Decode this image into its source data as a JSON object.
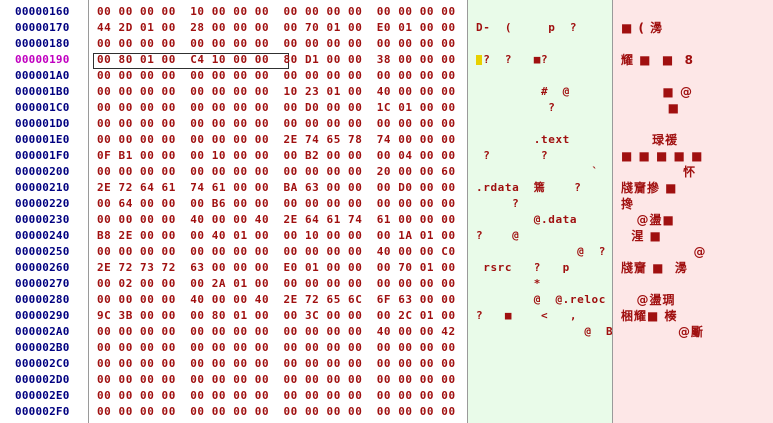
{
  "hex_view": {
    "rows": [
      {
        "addr": "00000160",
        "hex": "00 00 00 00  10 00 00 00  00 00 00 00  00 00 00 00",
        "ascii": "",
        "cjk": ""
      },
      {
        "addr": "00000170",
        "hex": "44 2D 01 00  28 00 00 00  00 70 01 00  E0 01 00 00",
        "ascii": "D-  (     p  ?",
        "cjk": "■ ( 澷"
      },
      {
        "addr": "00000180",
        "hex": "00 00 00 00  00 00 00 00  00 00 00 00  00 00 00 00",
        "ascii": "",
        "cjk": ""
      },
      {
        "addr": "00000190",
        "hex": "00 80 01 00  C4 10 00 00  80 D1 00 00  38 00 00 00",
        "ascii": " ?  ?   ■?",
        "cjk": "耀 ■  ■  8",
        "selected": true
      },
      {
        "addr": "000001A0",
        "hex": "00 00 00 00  00 00 00 00  00 00 00 00  00 00 00 00",
        "ascii": "",
        "cjk": ""
      },
      {
        "addr": "000001B0",
        "hex": "00 00 00 00  00 00 00 00  10 23 01 00  40 00 00 00",
        "ascii": "         #  @",
        "cjk": "        ■ @"
      },
      {
        "addr": "000001C0",
        "hex": "00 00 00 00  00 00 00 00  00 D0 00 00  1C 01 00 00",
        "ascii": "          ?",
        "cjk": "         ■"
      },
      {
        "addr": "000001D0",
        "hex": "00 00 00 00  00 00 00 00  00 00 00 00  00 00 00 00",
        "ascii": "",
        "cjk": ""
      },
      {
        "addr": "000001E0",
        "hex": "00 00 00 00  00 00 00 00  2E 74 65 78  74 00 00 00",
        "ascii": "        .text",
        "cjk": "      琭禐"
      },
      {
        "addr": "000001F0",
        "hex": "0F B1 00 00  00 10 00 00  00 B2 00 00  00 04 00 00",
        "ascii": " ?       ?",
        "cjk": "■ ■ ■ ■ ■"
      },
      {
        "addr": "00000200",
        "hex": "00 00 00 00  00 00 00 00  00 00 00 00  20 00 00 60",
        "ascii": "                `",
        "cjk": "            怀"
      },
      {
        "addr": "00000210",
        "hex": "2E 72 64 61  74 61 00 00  BA 63 00 00  00 D0 00 00",
        "ascii": ".rdata  篶    ?",
        "cjk": "牋齎摻 ■"
      },
      {
        "addr": "00000220",
        "hex": "00 64 00 00  00 B6 00 00  00 00 00 00  00 00 00 00",
        "ascii": "     ?",
        "cjk": "搀"
      },
      {
        "addr": "00000230",
        "hex": "00 00 00 00  40 00 00 40  2E 64 61 74  61 00 00 00",
        "ascii": "        @.data",
        "cjk": "   @盪■"
      },
      {
        "addr": "00000240",
        "hex": "B8 2E 00 00  00 40 01 00  00 10 00 00  00 1A 01 00",
        "ascii": "?    @",
        "cjk": "  湦 ■"
      },
      {
        "addr": "00000250",
        "hex": "00 00 00 00  00 00 00 00  00 00 00 00  40 00 00 C0",
        "ascii": "              @  ?",
        "cjk": "              @"
      },
      {
        "addr": "00000260",
        "hex": "2E 72 73 72  63 00 00 00  E0 01 00 00  00 70 01 00",
        "ascii": " rsrc   ?   p",
        "cjk": "牋齎 ■  澷"
      },
      {
        "addr": "00000270",
        "hex": "00 02 00 00  00 2A 01 00  00 00 00 00  00 00 00 00",
        "ascii": "        *",
        "cjk": ""
      },
      {
        "addr": "00000280",
        "hex": "00 00 00 00  40 00 00 40  2E 72 65 6C  6F 63 00 00",
        "ascii": "        @  @.reloc",
        "cjk": "   @盪琱"
      },
      {
        "addr": "00000290",
        "hex": "9C 3B 00 00  00 80 01 00  00 3C 00 00  00 2C 01 00",
        "ascii": "?   ■    <   ,",
        "cjk": "梱耀■ 楱"
      },
      {
        "addr": "000002A0",
        "hex": "00 00 00 00  00 00 00 00  00 00 00 00  40 00 00 42",
        "ascii": "               @  B",
        "cjk": "           @斸"
      },
      {
        "addr": "000002B0",
        "hex": "00 00 00 00  00 00 00 00  00 00 00 00  00 00 00 00",
        "ascii": "",
        "cjk": ""
      },
      {
        "addr": "000002C0",
        "hex": "00 00 00 00  00 00 00 00  00 00 00 00  00 00 00 00",
        "ascii": "",
        "cjk": ""
      },
      {
        "addr": "000002D0",
        "hex": "00 00 00 00  00 00 00 00  00 00 00 00  00 00 00 00",
        "ascii": "",
        "cjk": ""
      },
      {
        "addr": "000002E0",
        "hex": "00 00 00 00  00 00 00 00  00 00 00 00  00 00 00 00",
        "ascii": "",
        "cjk": ""
      },
      {
        "addr": "000002F0",
        "hex": "00 00 00 00  00 00 00 00  00 00 00 00  00 00 00 00",
        "ascii": "",
        "cjk": ""
      }
    ],
    "colors": {
      "address": "#000080",
      "selected_address": "#c000c0",
      "bytes": "#a01010",
      "ascii_pane_bg": "#e9fbe9",
      "cjk_pane_bg": "#fde7e7",
      "cursor_mark": "#e8d000"
    }
  }
}
